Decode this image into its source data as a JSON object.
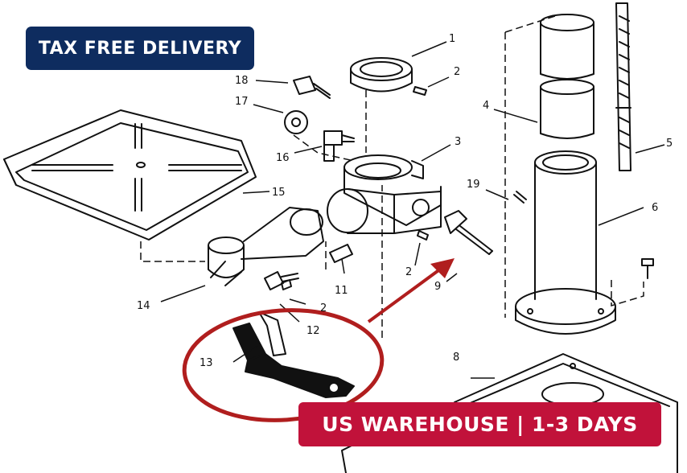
{
  "badges": {
    "top": "TAX FREE DELIVERY",
    "bottom": "US WAREHOUSE | 1-3 DAYS"
  },
  "colors": {
    "top_badge": "#0e2c5f",
    "bottom_badge": "#c1123a",
    "highlight": "#b01e1e",
    "line_art": "#111111"
  },
  "callouts": {
    "c1": "1",
    "c2a": "2",
    "c2b": "2",
    "c2c": "2",
    "c3": "3",
    "c4": "4",
    "c5": "5",
    "c6": "6",
    "c8": "8",
    "c9": "9",
    "c11": "11",
    "c12": "12",
    "c13": "13",
    "c14": "14",
    "c15": "15",
    "c16": "16",
    "c17": "17",
    "c18": "18",
    "c19": "19"
  }
}
